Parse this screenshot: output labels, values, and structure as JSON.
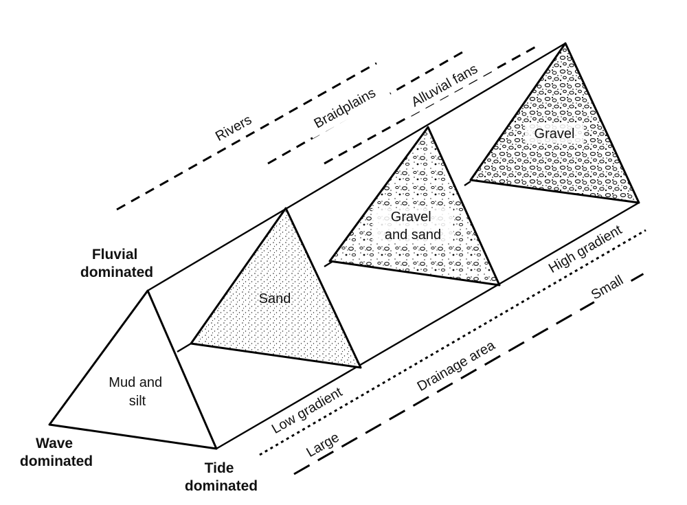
{
  "corners": {
    "fluvial": [
      "Fluvial",
      "dominated"
    ],
    "wave": [
      "Wave",
      "dominated"
    ],
    "tide": [
      "Tide",
      "dominated"
    ]
  },
  "sections": [
    {
      "id": "mud-silt",
      "lines": [
        "Mud and",
        "silt"
      ],
      "fill": "none"
    },
    {
      "id": "sand",
      "lines": [
        "Sand"
      ],
      "fill": "sand-pattern"
    },
    {
      "id": "gravel-sand",
      "lines": [
        "Gravel",
        "and sand"
      ],
      "fill": "gravel-sand-pattern"
    },
    {
      "id": "gravel",
      "lines": [
        "Gravel"
      ],
      "fill": "gravel-pattern"
    }
  ],
  "system_types": [
    "Rivers",
    "Braidplains",
    "Alluvial fans"
  ],
  "gradient": {
    "low": "Low gradient",
    "high": "High gradient"
  },
  "drainage": {
    "large": "Large",
    "title": "Drainage area",
    "small": "Small"
  },
  "colors": {
    "line": "#000000",
    "background": "#ffffff"
  }
}
